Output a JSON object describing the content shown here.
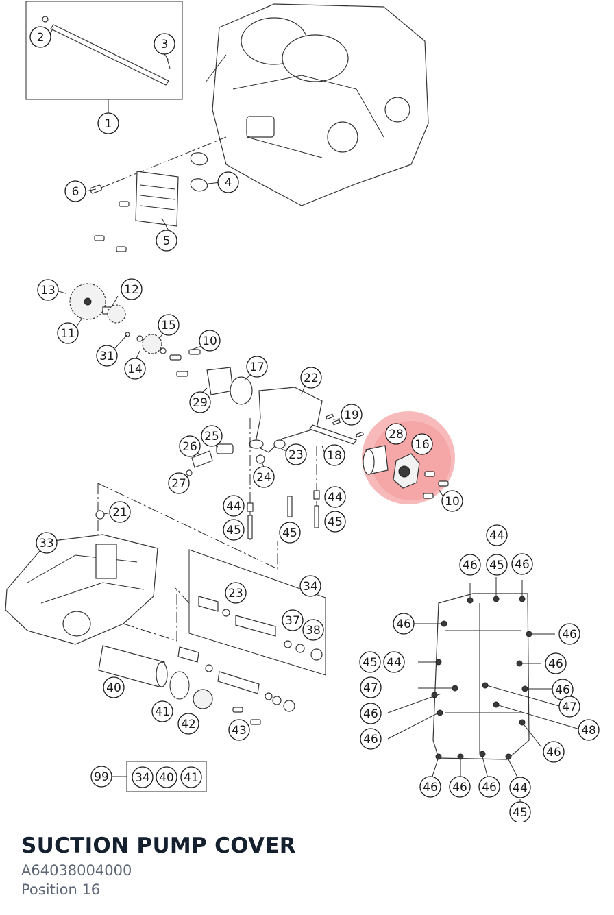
{
  "part": {
    "title": "SUCTION PUMP COVER",
    "number": "A64038004000",
    "position": "Position 16"
  },
  "highlight": {
    "callouts": [
      "28",
      "16"
    ],
    "color": "#f08080"
  },
  "callouts": {
    "c1": "1",
    "c2": "2",
    "c3": "3",
    "c4": "4",
    "c5": "5",
    "c6": "6",
    "c13": "13",
    "c12": "12",
    "c11": "11",
    "c15": "15",
    "c10a": "10",
    "c31": "31",
    "c14": "14",
    "c17": "17",
    "c22": "22",
    "c29": "29",
    "c19": "19",
    "c25": "25",
    "c26": "26",
    "c28": "28",
    "c16": "16",
    "c23a": "23",
    "c18": "18",
    "c24": "24",
    "c27": "27",
    "c44a": "44",
    "c44b": "44",
    "c10b": "10",
    "c21": "21",
    "c45a": "45",
    "c45b": "45",
    "c45c": "45",
    "c33": "33",
    "c44c": "44",
    "c46a": "46",
    "c45d": "45",
    "c46b": "46",
    "c34": "34",
    "c23b": "23",
    "c46c": "46",
    "c46d": "46",
    "c37": "37",
    "c38": "38",
    "c45e": "45",
    "c44d": "44",
    "c46e": "46",
    "c47a": "47",
    "c46f": "46",
    "c40": "40",
    "c47b": "47",
    "c46g": "46",
    "c41": "41",
    "c42": "42",
    "c48": "48",
    "c46h": "46",
    "c43": "43",
    "c46i": "46",
    "c99": "99",
    "c34b": "34",
    "c40b": "40",
    "c41b": "41",
    "c46j": "46",
    "c46k": "46",
    "c46l": "46",
    "c44e": "44",
    "c45f": "45"
  }
}
